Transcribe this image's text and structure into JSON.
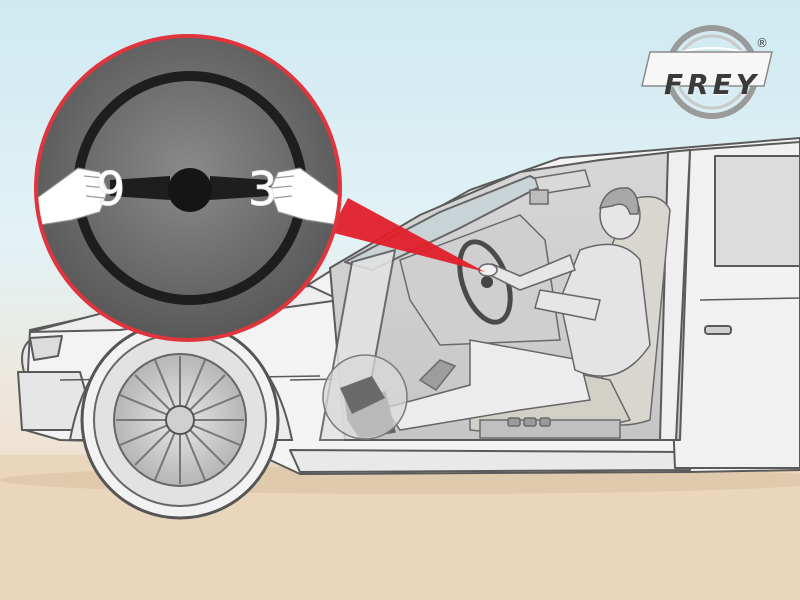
{
  "brand": {
    "name": "FREY",
    "registered_mark": "®"
  },
  "steering_detail": {
    "left_hand_position": "9",
    "right_hand_position": "3"
  },
  "colors": {
    "sky": "#d6edf2",
    "ground": "#e8d3b8",
    "car_body": "#f4f4f4",
    "outline": "#555555",
    "callout_border": "#e0353d",
    "pointer": "#e01f2a",
    "wheel_bg": "#6a6a6a"
  }
}
